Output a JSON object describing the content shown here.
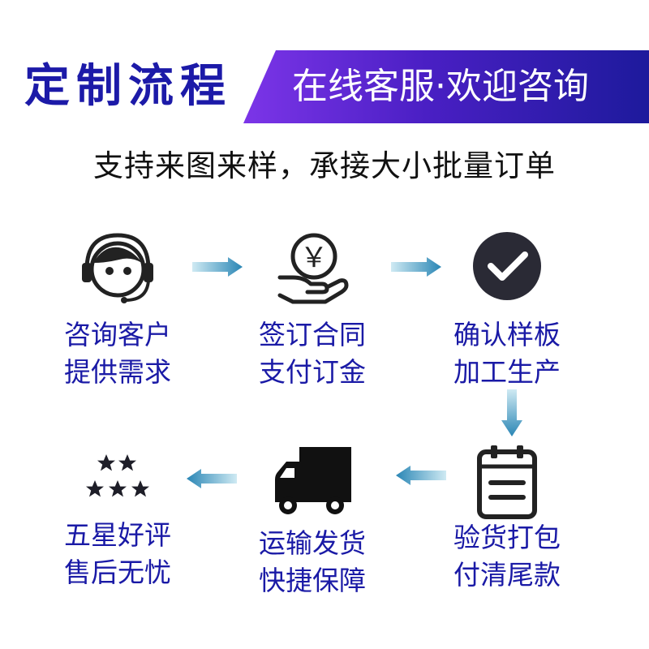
{
  "header": {
    "title": "定制流程",
    "subtitle": "在线客服·欢迎咨询"
  },
  "tagline": "支持来图来样，承接大小批量订单",
  "currency_symbol": "￥",
  "colors": {
    "title_blue": "#1c1aa8",
    "banner_start": "#7c35e8",
    "banner_end": "#1d1a9c",
    "step_text": "#1a1aa6",
    "arrow_start": "#cfeaf3",
    "arrow_end": "#2a86b5",
    "icon_dark": "#222222"
  },
  "steps": [
    {
      "icon": "customer-service-icon",
      "line1": "咨询客户",
      "line2": "提供需求"
    },
    {
      "icon": "payment-hand-icon",
      "line1": "签订合同",
      "line2": "支付订金"
    },
    {
      "icon": "check-circle-icon",
      "line1": "确认样板",
      "line2": "加工生产"
    },
    {
      "icon": "clipboard-icon",
      "line1": "验货打包",
      "line2": "付清尾款"
    },
    {
      "icon": "delivery-truck-icon",
      "line1": "运输发货",
      "line2": "快捷保障"
    },
    {
      "icon": "five-stars-icon",
      "line1": "五星好评",
      "line2": "售后无忧"
    }
  ]
}
